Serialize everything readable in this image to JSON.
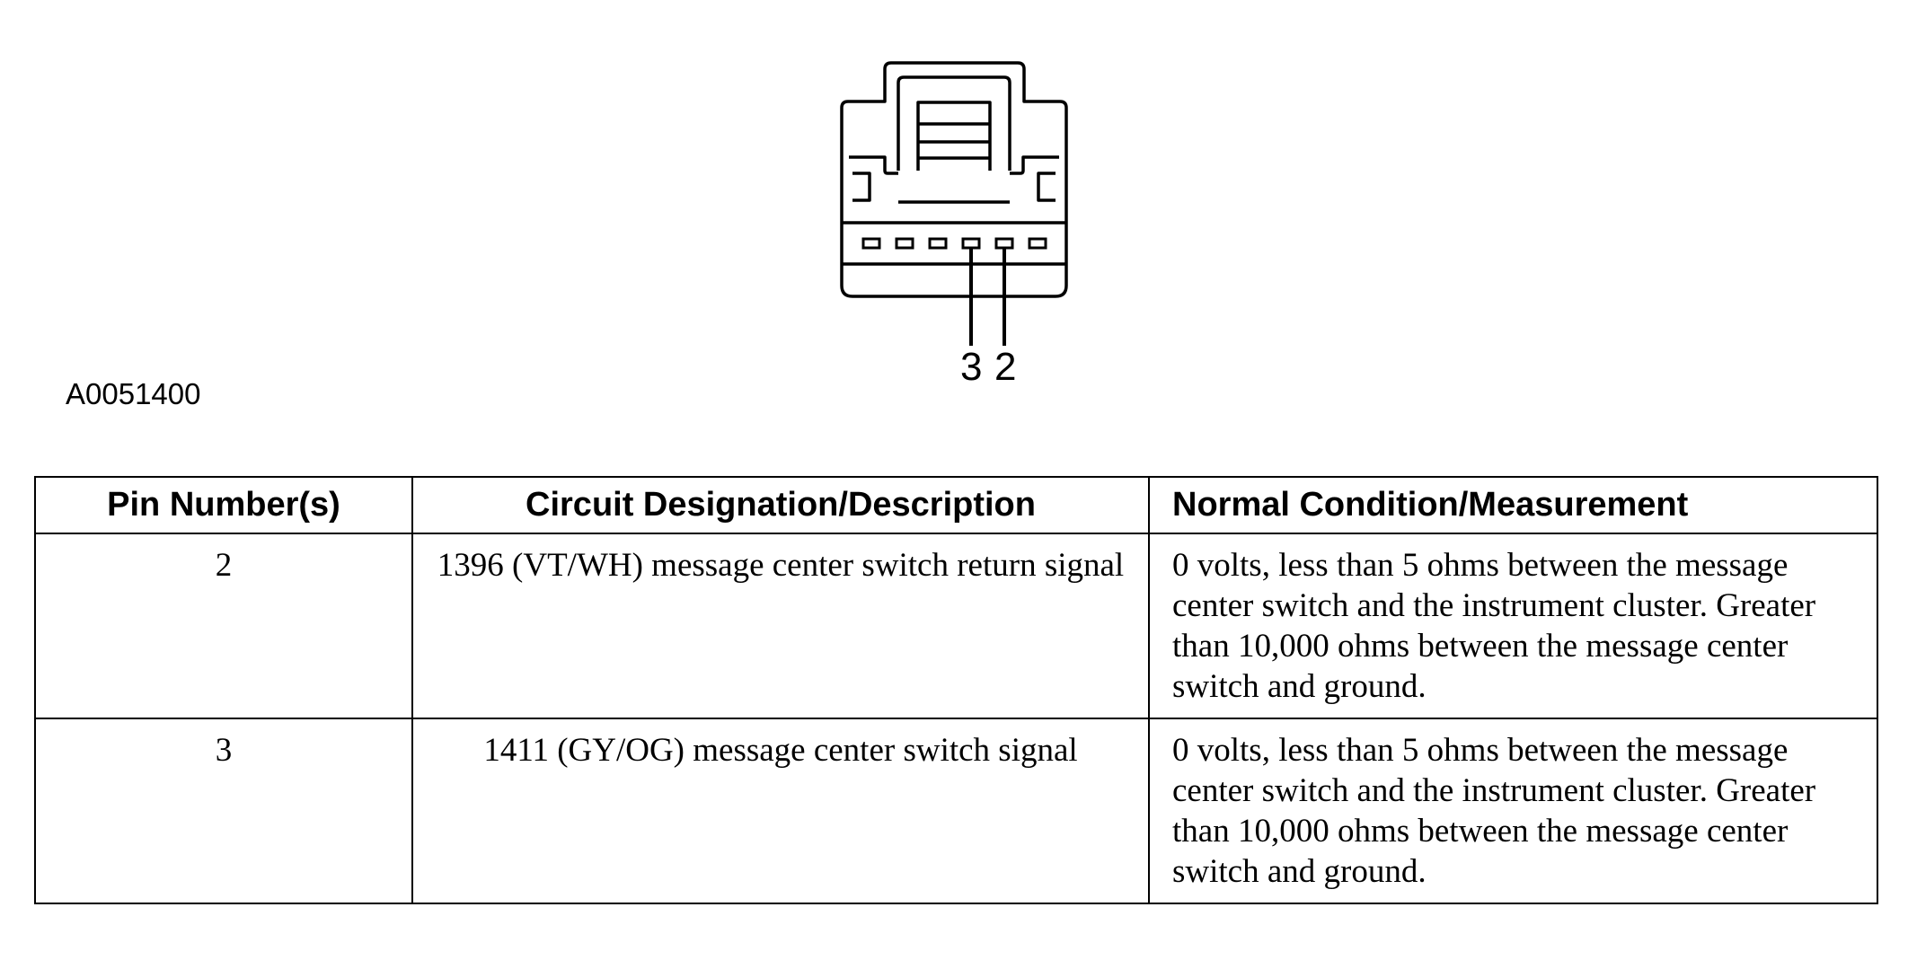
{
  "figure": {
    "id": "A0051400",
    "pin_labels": [
      "3",
      "2"
    ]
  },
  "table": {
    "headers": [
      "Pin Number(s)",
      "Circuit Designation/Description",
      "Normal Condition/Measurement"
    ],
    "rows": [
      {
        "pin": "2",
        "circuit": "1396 (VT/WH) message center switch return signal",
        "measurement": "0 volts, less than 5 ohms between the message center switch and the instrument cluster. Greater than 10,000 ohms between the message center switch and ground."
      },
      {
        "pin": "3",
        "circuit": "1411 (GY/OG) message center switch signal",
        "measurement": "0 volts, less than 5 ohms between the message center switch and the instrument cluster. Greater than 10,000 ohms between the message center switch and ground."
      }
    ]
  }
}
